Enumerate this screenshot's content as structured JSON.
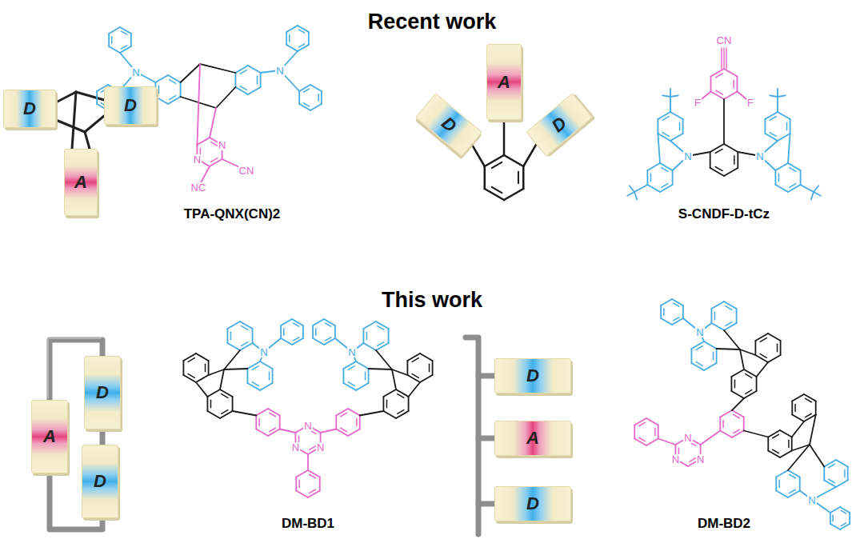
{
  "diagram": {
    "nodes": [
      {
        "text": [
          "D"
        ]
      },
      {
        "text": [
          "D"
        ]
      },
      {
        "text": [
          "A"
        ]
      },
      {
        "text": [
          "A"
        ]
      },
      {
        "text": [
          "D"
        ]
      },
      {
        "text": [
          "D"
        ]
      },
      {
        "text": [
          "D"
        ]
      },
      {
        "text": [
          "A"
        ]
      },
      {
        "text": [
          "D"
        ]
      },
      {
        "text": [
          "D"
        ]
      },
      {
        "text": [
          "A"
        ]
      },
      {
        "text": [
          "D"
        ]
      }
    ],
    "labels": [
      "Recent work",
      "This work",
      "TPA-QNX(CN)2",
      "S-CNDF-D-tCz",
      "DM-BD1",
      "DM-BD2",
      "N",
      "N",
      "N",
      "N",
      "CN",
      "NC",
      "CN",
      "F",
      "F",
      "N",
      "N",
      "N",
      "N",
      "N",
      "N",
      "N",
      "N",
      "N",
      "N",
      "N",
      "N"
    ]
  }
}
